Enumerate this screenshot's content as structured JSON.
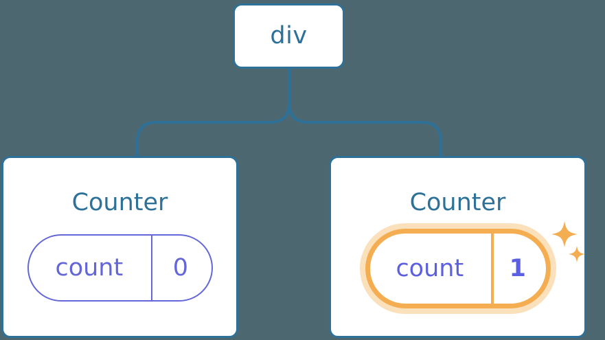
{
  "diagram": {
    "type": "component-tree",
    "background_color": "#4d6771",
    "node_border_color": "#2d7098",
    "node_fill_color": "#ffffff",
    "title_color": "#2d7098",
    "state_color": "#6366d8",
    "highlight_color": "#f4ad50",
    "highlight_glow_color": "rgba(244,173,80,0.38)",
    "connector_color": "#2d7098"
  },
  "root": {
    "label": "div"
  },
  "children": [
    {
      "title": "Counter",
      "state": {
        "key": "count",
        "value": "0"
      },
      "highlighted": false
    },
    {
      "title": "Counter",
      "state": {
        "key": "count",
        "value": "1"
      },
      "highlighted": true,
      "decoration": "sparkles"
    }
  ]
}
